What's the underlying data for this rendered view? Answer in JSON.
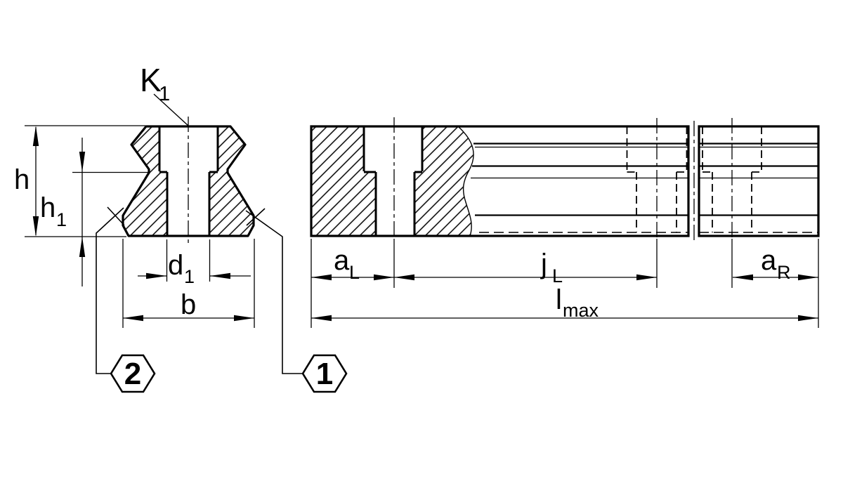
{
  "drawing": {
    "colors": {
      "ink": "#000000",
      "paper": "#ffffff"
    },
    "labels": {
      "k1": {
        "base": "K",
        "sub": "1"
      },
      "h": {
        "base": "h"
      },
      "h1": {
        "base": "h",
        "sub": "1"
      },
      "d1": {
        "base": "d",
        "sub": "1"
      },
      "b": {
        "base": "b"
      },
      "a_l": {
        "base": "a",
        "sub": "L"
      },
      "j_l": {
        "base": "j",
        "sub": "L"
      },
      "a_r": {
        "base": "a",
        "sub": "R"
      },
      "l_max": {
        "base": "l",
        "sub": "max"
      },
      "callout_1": "1",
      "callout_2": "2"
    }
  }
}
